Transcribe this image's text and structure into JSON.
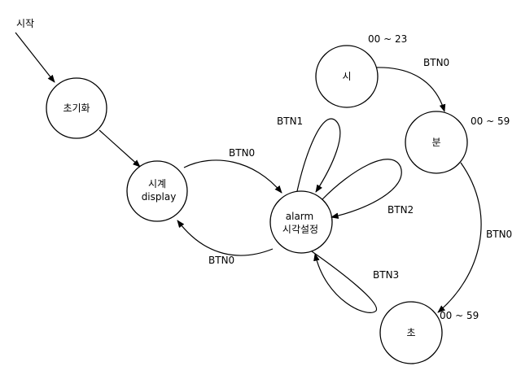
{
  "start_label": "시작",
  "nodes": {
    "init": "초기화",
    "clock_line1": "시계",
    "clock_line2": "display",
    "alarm_line1": "alarm",
    "alarm_line2": "시각설정",
    "hour": "시",
    "minute": "분",
    "second": "초"
  },
  "edges": {
    "clock_to_alarm": "BTN0",
    "alarm_to_clock": "BTN0",
    "loop_btn1": "BTN1",
    "loop_btn2": "BTN2",
    "loop_btn3": "BTN3",
    "hour_to_minute": "BTN0",
    "minute_to_second": "BTN0"
  },
  "ranges": {
    "hour": "00 ~ 23",
    "minute": "00 ~ 59",
    "second": "00 ~ 59"
  },
  "colors": {
    "stroke": "#000000",
    "fill": "#ffffff"
  }
}
